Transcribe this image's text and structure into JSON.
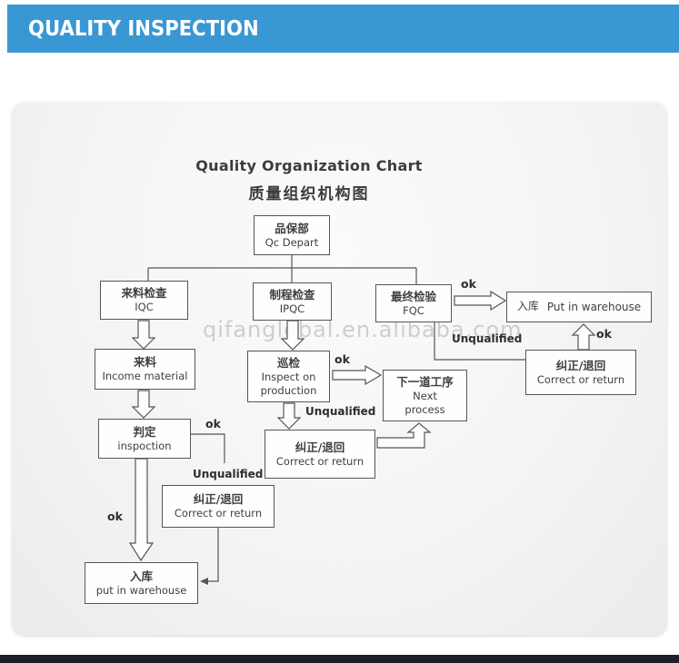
{
  "header": {
    "title": "QUALITY INSPECTION"
  },
  "chart": {
    "title_en": "Quality Organization Chart",
    "title_zh": "质量组织机构图",
    "watermark": "qifanglobal.en.alibaba.com"
  },
  "nodes": {
    "qc_depart": {
      "zh": "品保部",
      "en": "Qc Depart"
    },
    "iqc": {
      "zh": "来料检查",
      "en": "IQC"
    },
    "ipqc": {
      "zh": "制程检查",
      "en": "IPQC"
    },
    "fqc": {
      "zh": "最终检验",
      "en": "FQC"
    },
    "warehouse_top": {
      "zh": "入库",
      "en": "Put in warehouse"
    },
    "income": {
      "zh": "来料",
      "en": "Income material"
    },
    "inspect": {
      "zh": "巡检",
      "en": "Inspect on production"
    },
    "next_process": {
      "zh": "下一道工序",
      "en": "Next process"
    },
    "decide": {
      "zh": "判定",
      "en": "inspoction"
    },
    "correct_mid": {
      "zh": "纠正/退回",
      "en": "Correct or return"
    },
    "correct_right": {
      "zh": "纠正/退回",
      "en": "Correct or return"
    },
    "correct_left": {
      "zh": "纠正/退回",
      "en": "Correct or return"
    },
    "warehouse_bottom": {
      "zh": "入库",
      "en": "put in warehouse"
    }
  },
  "labels": {
    "fqc_ok": "ok",
    "fqc_unqualified": "Unqualified",
    "correct_right_ok": "ok",
    "inspect_ok": "ok",
    "inspect_unqualified": "Unqualified",
    "decide_ok_right": "ok",
    "decide_unqualified": "Unqualified",
    "decide_ok_down": "ok"
  },
  "colors": {
    "header_bg": "#3997d4",
    "footer_bg": "#1d2126",
    "box_border": "#565656",
    "panel_bg": "#f2f2f2",
    "watermark_color": "#b4b4b4"
  }
}
